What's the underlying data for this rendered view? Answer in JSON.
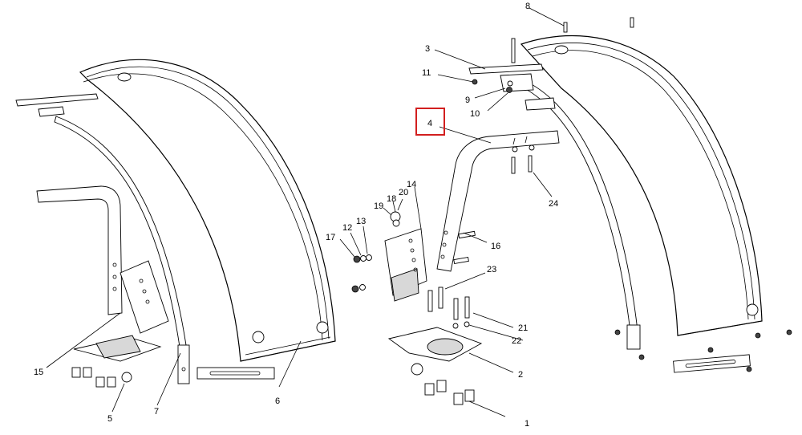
{
  "callouts": {
    "c1": "1",
    "c2": "2",
    "c3": "3",
    "c4": "4",
    "c5": "5",
    "c6": "6",
    "c7": "7",
    "c8": "8",
    "c9": "9",
    "c10": "10",
    "c11": "11",
    "c12": "12",
    "c13": "13",
    "c14": "14",
    "c15": "15",
    "c16": "16",
    "c17": "17",
    "c18": "18",
    "c19": "19",
    "c20": "20",
    "c21": "21",
    "c22": "22",
    "c23": "23",
    "c24": "24"
  },
  "highlighted_callout": "4",
  "colors": {
    "highlight": "#d21f1f",
    "line": "#000000",
    "background": "#ffffff"
  }
}
